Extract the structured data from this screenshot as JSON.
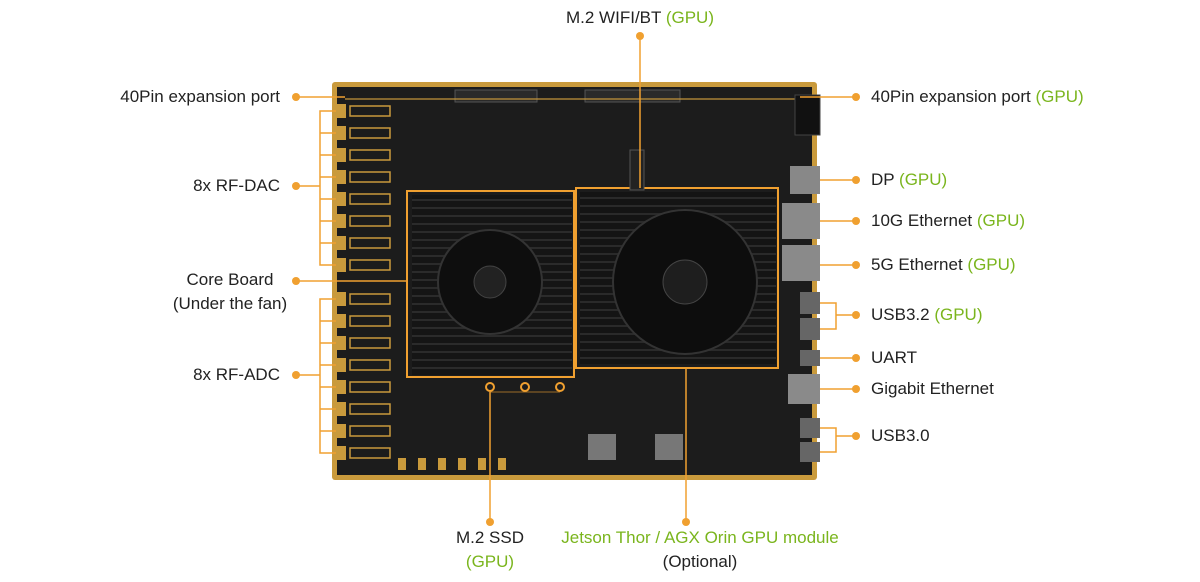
{
  "labels": {
    "top_wifi": {
      "text": "M.2 WIFI/BT",
      "tag": "(GPU)"
    },
    "left_40pin": {
      "text": "40Pin expansion port"
    },
    "left_rfdac": {
      "text": "8x RF-DAC"
    },
    "left_core": {
      "line1": "Core Board",
      "line2": "(Under the fan)"
    },
    "left_rfadc": {
      "text": "8x RF-ADC"
    },
    "right_40pin": {
      "text": "40Pin expansion port",
      "tag": "(GPU)"
    },
    "right_dp": {
      "text": "DP",
      "tag": "(GPU)"
    },
    "right_10g": {
      "text": "10G Ethernet",
      "tag": "(GPU)"
    },
    "right_5g": {
      "text": "5G Ethernet",
      "tag": "(GPU)"
    },
    "right_usb32": {
      "text": "USB3.2",
      "tag": "(GPU)"
    },
    "right_uart": {
      "text": "UART"
    },
    "right_gbe": {
      "text": "Gigabit Ethernet"
    },
    "right_usb30": {
      "text": "USB3.0"
    },
    "bottom_ssd": {
      "line1": "M.2 SSD",
      "line2": "(GPU)"
    },
    "bottom_jetson": {
      "line1": "Jetson Thor / AGX Orin GPU module",
      "line2": "(Optional)"
    }
  },
  "colors": {
    "accent": "#f0a030",
    "gpu_green": "#7ab51d",
    "board": "#1c1c1c",
    "gold": "#c99a3c"
  }
}
